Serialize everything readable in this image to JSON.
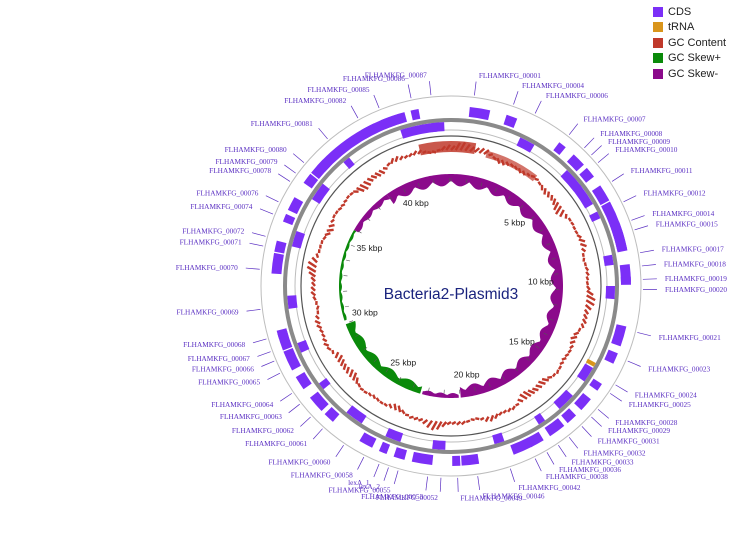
{
  "title": "Bacteria2-Plasmid3",
  "colors": {
    "cds": "#7b2ff7",
    "trna": "#d9951b",
    "gc_content": "#c0392b",
    "gc_skew_pos": "#0a8a0a",
    "gc_skew_neg": "#8b0a8b",
    "backbone": "#8a8a8a",
    "label": "#5a2fc2"
  },
  "legend": [
    {
      "label": "CDS",
      "color": "#7b2ff7"
    },
    {
      "label": "tRNA",
      "color": "#d9951b"
    },
    {
      "label": "GC Content",
      "color": "#c0392b"
    },
    {
      "label": "GC Skew+",
      "color": "#0a8a0a"
    },
    {
      "label": "GC Skew-",
      "color": "#8b0a8b"
    }
  ],
  "ticks": [
    {
      "label": "5 kbp",
      "angle": 45
    },
    {
      "label": "10 kbp",
      "angle": 87
    },
    {
      "label": "15 kbp",
      "angle": 128
    },
    {
      "label": "20 kbp",
      "angle": 170
    },
    {
      "label": "25 kbp",
      "angle": 212
    },
    {
      "label": "30 kbp",
      "angle": 253
    },
    {
      "label": "35 kbp",
      "angle": 295
    },
    {
      "label": "40 kbp",
      "angle": 337
    }
  ],
  "genes": [
    {
      "label": "FLHAMKFG_00086",
      "angle": 348
    },
    {
      "label": "FLHAMKFG_00087",
      "angle": 354
    },
    {
      "label": "FLHAMKFG_00001",
      "angle": 7
    },
    {
      "label": "FLHAMKFG_00004",
      "angle": 19
    },
    {
      "label": "FLHAMKFG_00006",
      "angle": 26
    },
    {
      "label": "FLHAMKFG_00007",
      "angle": 38
    },
    {
      "label": "FLHAMKFG_00008",
      "angle": 44
    },
    {
      "label": "FLHAMKFG_00009",
      "angle": 47
    },
    {
      "label": "FLHAMKFG_00010",
      "angle": 50
    },
    {
      "label": "FLHAMKFG_00011",
      "angle": 57
    },
    {
      "label": "FLHAMKFG_00012",
      "angle": 64
    },
    {
      "label": "FLHAMKFG_00014",
      "angle": 70
    },
    {
      "label": "FLHAMKFG_00015",
      "angle": 73
    },
    {
      "label": "FLHAMKFG_00017",
      "angle": 80
    },
    {
      "label": "FLHAMKFG_00018",
      "angle": 84
    },
    {
      "label": "FLHAMKFG_00019",
      "angle": 88
    },
    {
      "label": "FLHAMKFG_00020",
      "angle": 91
    },
    {
      "label": "FLHAMKFG_00021",
      "angle": 104
    },
    {
      "label": "FLHAMKFG_00023",
      "angle": 113
    },
    {
      "label": "FLHAMKFG_00024",
      "angle": 121
    },
    {
      "label": "FLHAMKFG_00025",
      "angle": 124
    },
    {
      "label": "FLHAMKFG_00028",
      "angle": 130
    },
    {
      "label": "FLHAMKFG_00029",
      "angle": 133
    },
    {
      "label": "FLHAMKFG_00031",
      "angle": 137
    },
    {
      "label": "FLHAMKFG_00032",
      "angle": 142
    },
    {
      "label": "FLHAMKFG_00033",
      "angle": 146
    },
    {
      "label": "FLHAMKFG_00036",
      "angle": 150
    },
    {
      "label": "FLHAMKFG_00038",
      "angle": 154
    },
    {
      "label": "FLHAMKFG_00042",
      "angle": 162
    },
    {
      "label": "FLHAMKFG_00046",
      "angle": 172
    },
    {
      "label": "FLHAMKFG_00049",
      "angle": 178
    },
    {
      "label": "FLHAMKFG_00052",
      "angle": 183
    },
    {
      "label": "FLHAMKFG_00053",
      "angle": 187
    },
    {
      "label": "FLHAMKFG_00055",
      "angle": 196
    },
    {
      "label": "lexA_2",
      "angle": 199
    },
    {
      "label": "lexA_1",
      "angle": 202
    },
    {
      "label": "FLHAMKFG_00058",
      "angle": 207
    },
    {
      "label": "FLHAMKFG_00060",
      "angle": 214
    },
    {
      "label": "FLHAMKFG_00061",
      "angle": 222
    },
    {
      "label": "FLHAMKFG_00062",
      "angle": 227
    },
    {
      "label": "FLHAMKFG_00063",
      "angle": 232
    },
    {
      "label": "FLHAMKFG_00064",
      "angle": 236
    },
    {
      "label": "FLHAMKFG_00065",
      "angle": 243
    },
    {
      "label": "FLHAMKFG_00066",
      "angle": 247
    },
    {
      "label": "FLHAMKFG_00067",
      "angle": 250
    },
    {
      "label": "FLHAMKFG_00068",
      "angle": 254
    },
    {
      "label": "FLHAMKFG_00069",
      "angle": 263
    },
    {
      "label": "FLHAMKFG_00070",
      "angle": 275
    },
    {
      "label": "FLHAMKFG_00071",
      "angle": 282
    },
    {
      "label": "FLHAMKFG_00072",
      "angle": 285
    },
    {
      "label": "FLHAMKFG_00074",
      "angle": 292
    },
    {
      "label": "FLHAMKFG_00076",
      "angle": 296
    },
    {
      "label": "FLHAMKFG_00078",
      "angle": 303
    },
    {
      "label": "FLHAMKFG_00079",
      "angle": 306
    },
    {
      "label": "FLHAMKFG_00080",
      "angle": 310
    },
    {
      "label": "FLHAMKFG_00081",
      "angle": 320
    },
    {
      "label": "FLHAMKFG_00082",
      "angle": 331
    },
    {
      "label": "FLHAMKFG_00085",
      "angle": 338
    }
  ]
}
